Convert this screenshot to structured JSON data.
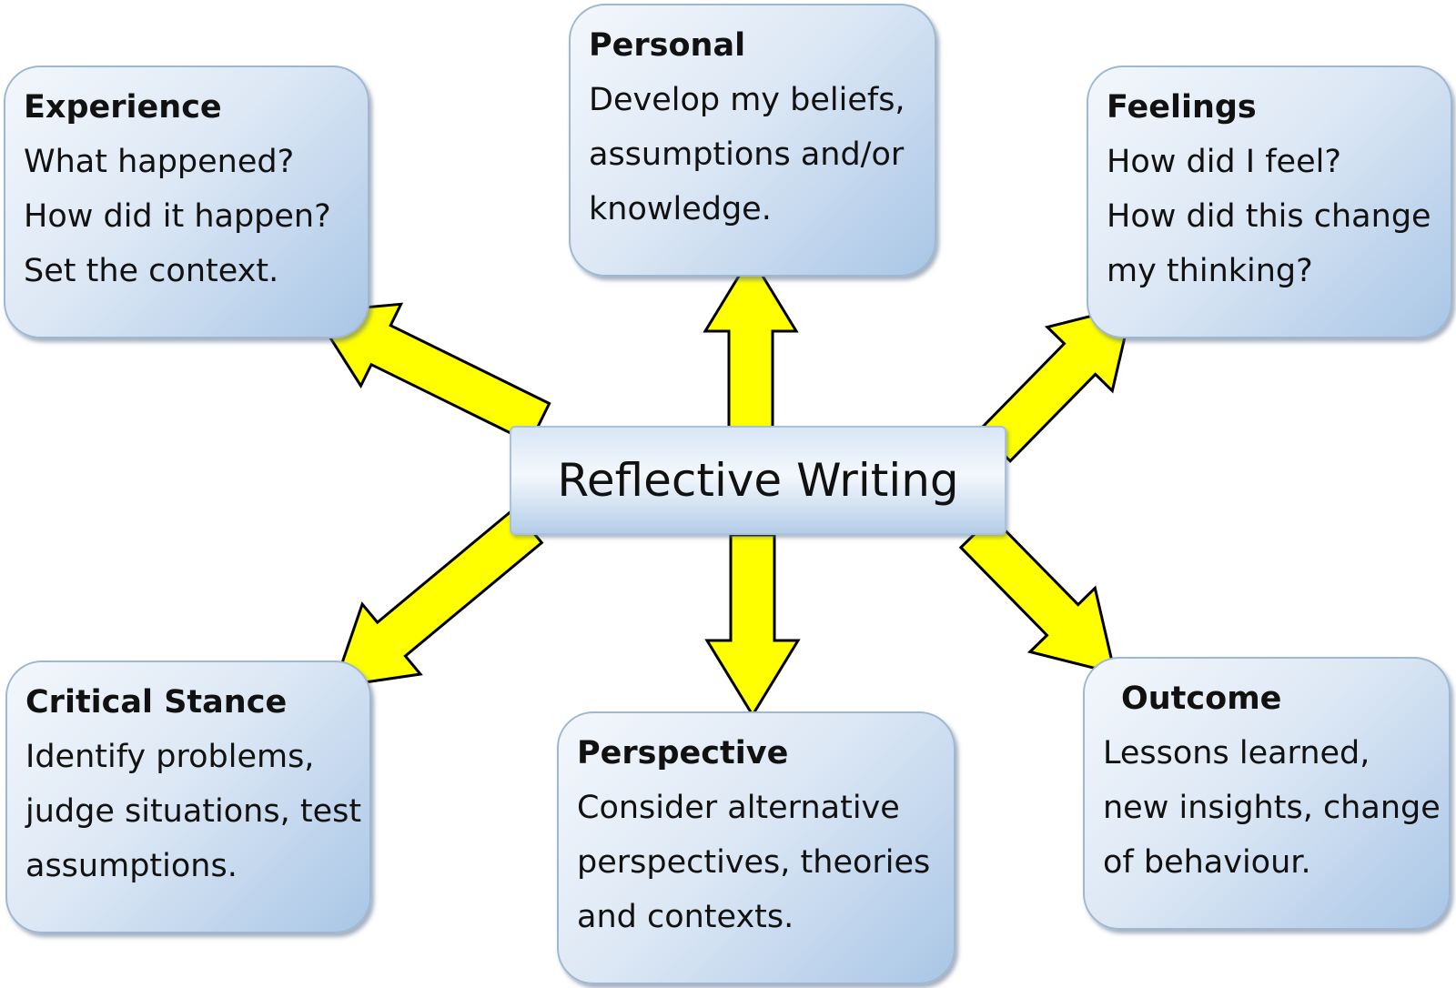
{
  "center": {
    "label": "Reflective Writing"
  },
  "nodes": {
    "experience": {
      "title": "Experience",
      "lines": [
        "What happened?",
        "How did it happen?",
        "Set the context."
      ]
    },
    "personal": {
      "title": "Personal",
      "lines": [
        "Develop my beliefs,",
        "assumptions and/or",
        "knowledge."
      ]
    },
    "feelings": {
      "title": "Feelings",
      "lines": [
        "How did I feel?",
        "How did this change",
        "my thinking?"
      ]
    },
    "critical_stance": {
      "title": "Critical Stance",
      "lines": [
        "Identify problems,",
        "judge situations, test",
        "assumptions."
      ]
    },
    "perspective": {
      "title": "Perspective",
      "lines": [
        "Consider alternative",
        "perspectives, theories",
        "and contexts."
      ]
    },
    "outcome": {
      "title": "Outcome",
      "lines": [
        "Lessons learned,",
        "new insights, change",
        "of behaviour."
      ]
    }
  },
  "colors": {
    "arrow_fill": "#ffff00",
    "arrow_stroke": "#000000",
    "box_light": "#f3f7fc",
    "box_dark": "#a9c6e6"
  }
}
